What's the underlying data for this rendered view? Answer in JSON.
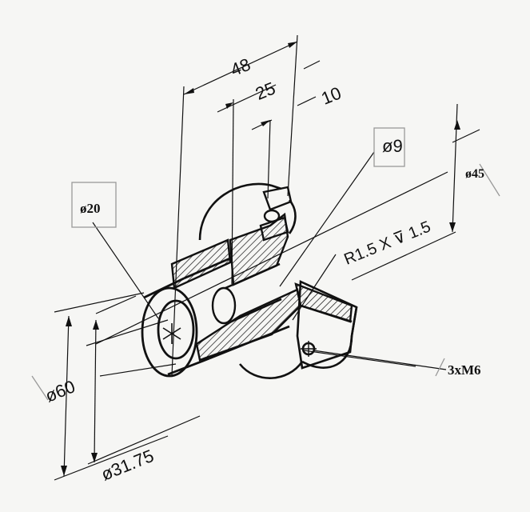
{
  "drawing": {
    "dimensions": {
      "d48": "48",
      "d25": "25",
      "d10": "10",
      "dia9": "ø9",
      "dia45": "ø45",
      "dia20": "ø20",
      "groove": "R1.5 X ⊽ 1.5",
      "dia60": "ø60",
      "dia3175": "ø31.75",
      "thread": "3xM6"
    }
  }
}
